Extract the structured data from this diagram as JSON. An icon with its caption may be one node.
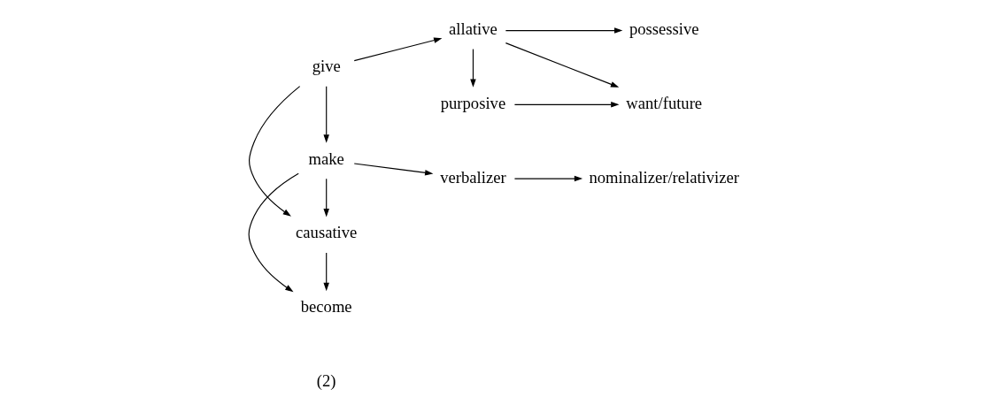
{
  "diagram": {
    "nodes": [
      {
        "text": [
          "possessive"
        ]
      },
      {
        "text": [
          "give"
        ]
      },
      {
        "text": [
          "allative"
        ]
      },
      {
        "text": [
          "want/future"
        ]
      },
      {
        "text": [
          "causative"
        ]
      },
      {
        "text": [
          "purposive"
        ]
      },
      {
        "text": [
          "become"
        ]
      },
      {
        "text": [
          "make"
        ]
      },
      {
        "text": [
          "verbalizer"
        ]
      },
      {
        "text": [
          "nominalizer/relativizer"
        ]
      }
    ],
    "edges": [
      {
        "from": 1,
        "to": 2,
        "arrow": "to"
      },
      {
        "from": 2,
        "to": 3,
        "arrow": "to"
      },
      {
        "from": 2,
        "to": 0,
        "arrow": "to"
      },
      {
        "from": 2,
        "to": 5,
        "arrow": "to"
      },
      {
        "from": 5,
        "to": 3,
        "arrow": "to"
      },
      {
        "from": 1,
        "to": 4,
        "arrow": "to"
      },
      {
        "from": 1,
        "to": 7,
        "arrow": "to"
      },
      {
        "from": 4,
        "to": 6,
        "arrow": "to"
      },
      {
        "from": 7,
        "to": 4,
        "arrow": "to"
      },
      {
        "from": 7,
        "to": 6,
        "arrow": "to"
      },
      {
        "from": 7,
        "to": 8,
        "arrow": "to"
      },
      {
        "from": 8,
        "to": 9,
        "arrow": "to"
      }
    ],
    "labels": [
      "(2)"
    ]
  }
}
